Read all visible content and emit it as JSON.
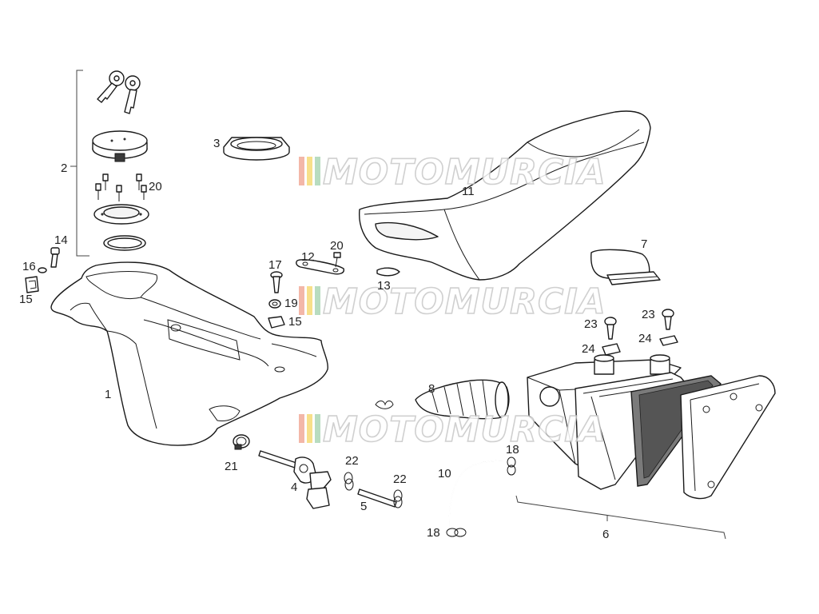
{
  "watermark": {
    "text": "MOTOMURCIA",
    "stripe_colors": [
      "#f3b7a8",
      "#f7e08a",
      "#b8dcc0",
      "#d8d8d8"
    ]
  },
  "callouts": {
    "c1": "1",
    "c2": "2",
    "c3": "3",
    "c4": "4",
    "c5": "5",
    "c6": "6",
    "c7": "7",
    "c8": "8",
    "c10": "10",
    "c11": "11",
    "c12": "12",
    "c13": "13",
    "c14": "14",
    "c15a": "15",
    "c15b": "15",
    "c16": "16",
    "c17": "17",
    "c18a": "18",
    "c18b": "18",
    "c19": "19",
    "c20a": "20",
    "c20b": "20",
    "c21": "21",
    "c22a": "22",
    "c22b": "22",
    "c23a": "23",
    "c23b": "23",
    "c24a": "24",
    "c24b": "24"
  }
}
